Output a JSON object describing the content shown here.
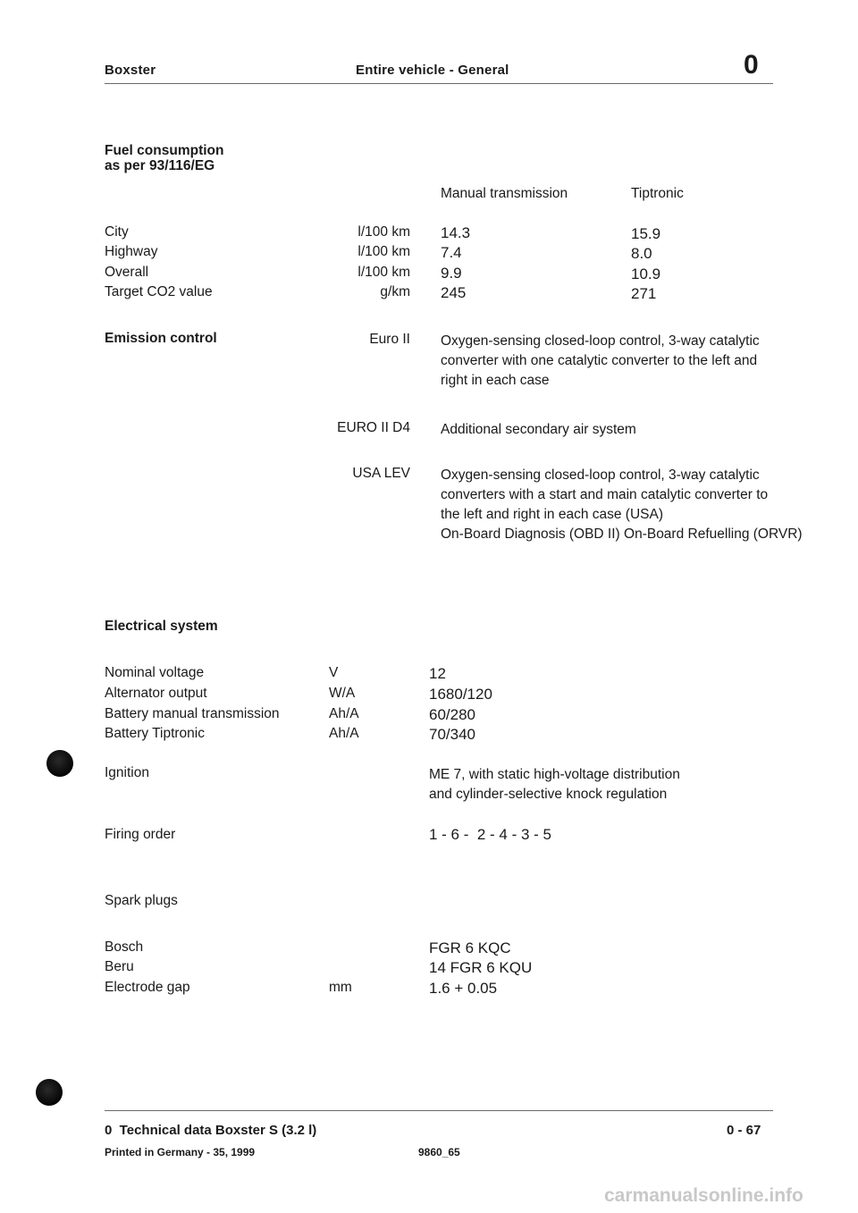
{
  "header": {
    "model": "Boxster",
    "section": "Entire vehicle - General",
    "chapter": "0"
  },
  "fuel": {
    "title_line1": "Fuel consumption",
    "title_line2": "as per 93/116/EG",
    "col_manual": "Manual transmission",
    "col_tiptronic": "Tiptronic",
    "rows": [
      {
        "label": "City",
        "unit": "l/100 km",
        "manual": "14.3",
        "tiptronic": "15.9"
      },
      {
        "label": "Highway",
        "unit": "l/100 km",
        "manual": "7.4",
        "tiptronic": "8.0"
      },
      {
        "label": "Overall",
        "unit": "l/100 km",
        "manual": "9.9",
        "tiptronic": "10.9"
      },
      {
        "label": "Target CO2 value",
        "unit": "g/km",
        "manual": "245",
        "tiptronic": "271"
      }
    ]
  },
  "emission": {
    "title": "Emission control",
    "entries": [
      {
        "standard": "Euro II",
        "lines": [
          "Oxygen-sensing closed-loop control, 3-way catalytic",
          "converter with one catalytic converter to the left and",
          "right in each case"
        ]
      },
      {
        "standard": "EURO II D4",
        "lines": [
          "Additional secondary air system"
        ]
      },
      {
        "standard": "USA LEV",
        "lines": [
          "Oxygen-sensing closed-loop control, 3-way catalytic",
          "converters with a start and main catalytic converter to",
          "the left and right in each case (USA)",
          "On-Board Diagnosis (OBD II) On-Board Refuelling (ORVR)"
        ]
      }
    ]
  },
  "electrical": {
    "title": "Electrical system",
    "rows": [
      {
        "label": "Nominal voltage",
        "unit": "V",
        "value": "12"
      },
      {
        "label": "Alternator output",
        "unit": "W/A",
        "value": "1680/120"
      },
      {
        "label": "Battery manual transmission",
        "unit": "Ah/A",
        "value": "60/280"
      },
      {
        "label": "Battery Tiptronic",
        "unit": "Ah/A",
        "value": "70/340"
      }
    ],
    "ignition_label": "Ignition",
    "ignition_lines": [
      "ME 7, with static high-voltage distribution",
      "and cylinder-selective knock regulation"
    ],
    "firing_label": "Firing order",
    "firing_value": "1 - 6 -  2 - 4 - 3 - 5"
  },
  "spark": {
    "title": "Spark plugs",
    "rows": [
      {
        "label": "Bosch",
        "unit": "",
        "value": "FGR 6 KQC"
      },
      {
        "label": "Beru",
        "unit": "",
        "value": "14 FGR 6 KQU"
      },
      {
        "label": "Electrode gap",
        "unit": "mm",
        "value": "1.6 + 0.05"
      }
    ]
  },
  "footer": {
    "doc_title": "0  Technical data Boxster S (3.2 l)",
    "printed": "Printed in Germany - 35, 1999",
    "code": "9860_65",
    "page": "0 - 67",
    "watermark": "carmanualsonline.info"
  }
}
